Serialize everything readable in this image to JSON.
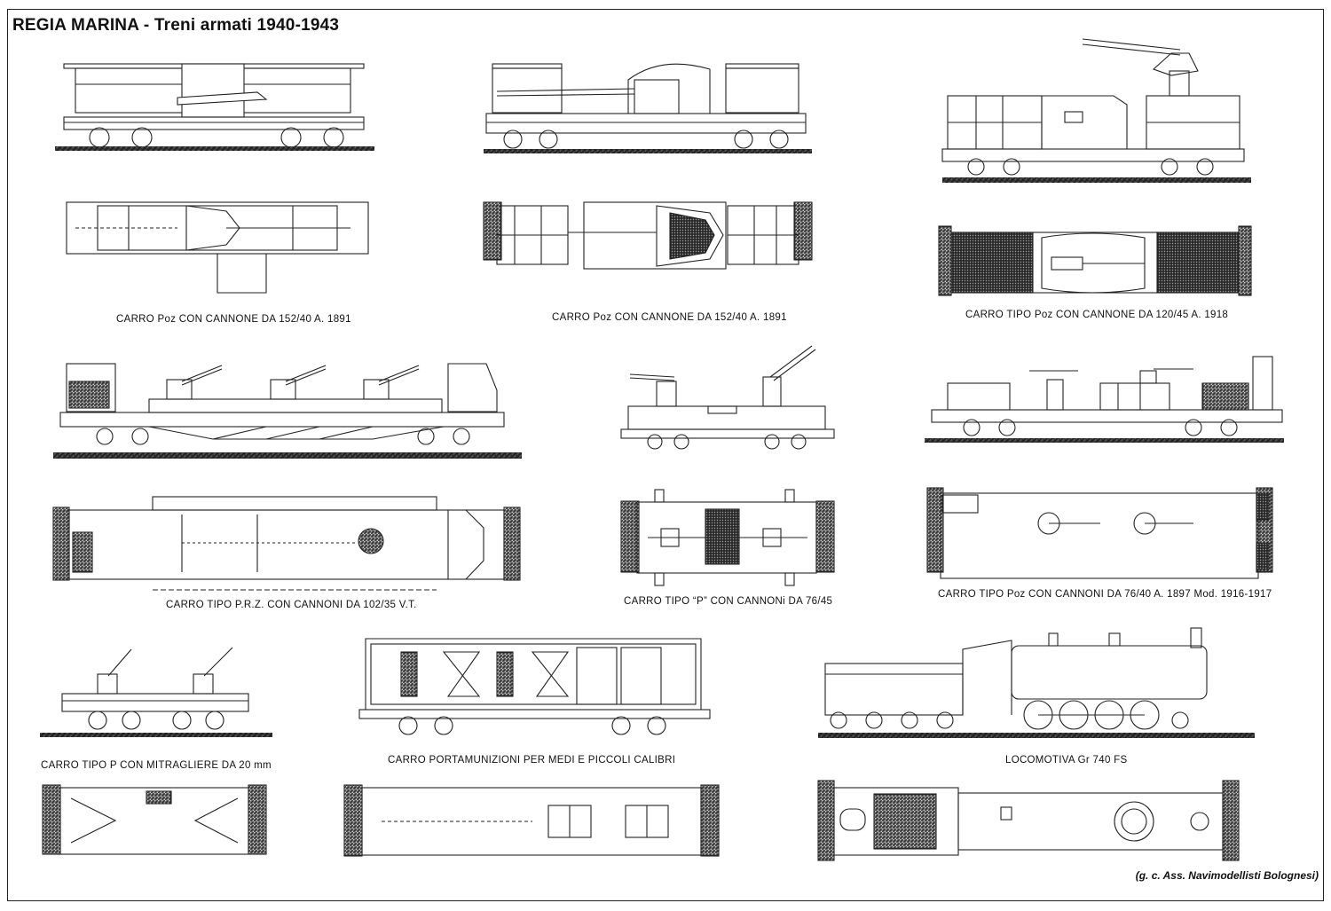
{
  "title": "REGIA MARINA - Treni armati 1940-1943",
  "credit": "(g. c. Ass. Navimodellisti Bolognesi)",
  "captions": {
    "c1": "CARRO Poz CON CANNONE DA 152/40 A. 1891",
    "c2": "CARRO Poz CON CANNONE DA 152/40 A. 1891",
    "c3": "CARRO TIPO Poz CON CANNONE DA 120/45 A. 1918",
    "c4": "CARRO TIPO P.R.Z. CON CANNONI DA 102/35 V.T.",
    "c5": "CARRO TIPO “P” CON CANNONi DA 76/45",
    "c6": "CARRO TIPO Poz CON CANNONI DA 76/40 A. 1897 Mod. 1916-1917",
    "c7": "CARRO TIPO P CON MITRAGLIERE DA 20 mm",
    "c8": "CARRO PORTAMUNIZIONI PER MEDI E PICCOLI CALIBRI",
    "c9": "LOCOMOTIVA Gr 740 FS"
  }
}
